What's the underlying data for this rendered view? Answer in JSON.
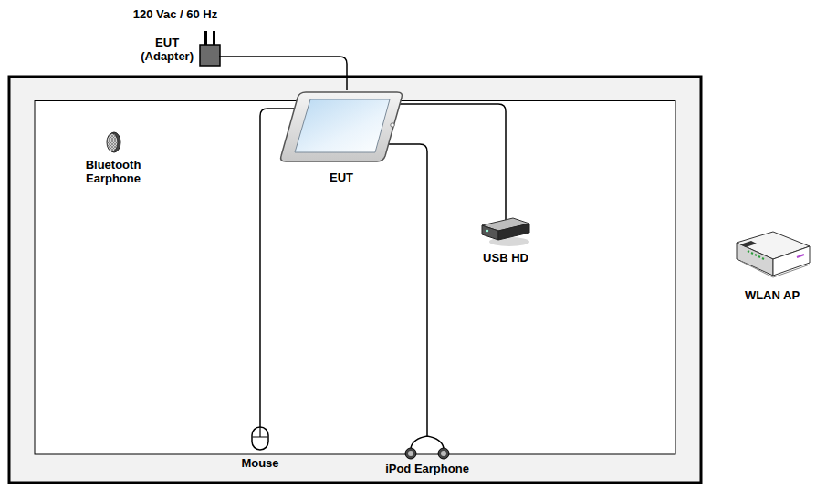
{
  "diagram": {
    "nodes": [
      {
        "text": [
          "EUT (Adapter)"
        ]
      },
      {
        "text": [
          "EUT"
        ]
      },
      {
        "text": [
          "Bluetooth Earphone"
        ]
      },
      {
        "text": [
          "USB HD"
        ]
      },
      {
        "text": [
          "Mouse"
        ]
      },
      {
        "text": [
          "iPod Earphone"
        ]
      },
      {
        "text": [
          "WLAN AP"
        ]
      }
    ],
    "edges": [
      {
        "from": 0,
        "to": 1,
        "arrow": "none"
      },
      {
        "from": 1,
        "to": 4,
        "arrow": "none"
      },
      {
        "from": 1,
        "to": 5,
        "arrow": "none"
      },
      {
        "from": 1,
        "to": 3,
        "arrow": "none"
      }
    ],
    "labels": [
      "120 Vac / 60 Hz"
    ]
  }
}
